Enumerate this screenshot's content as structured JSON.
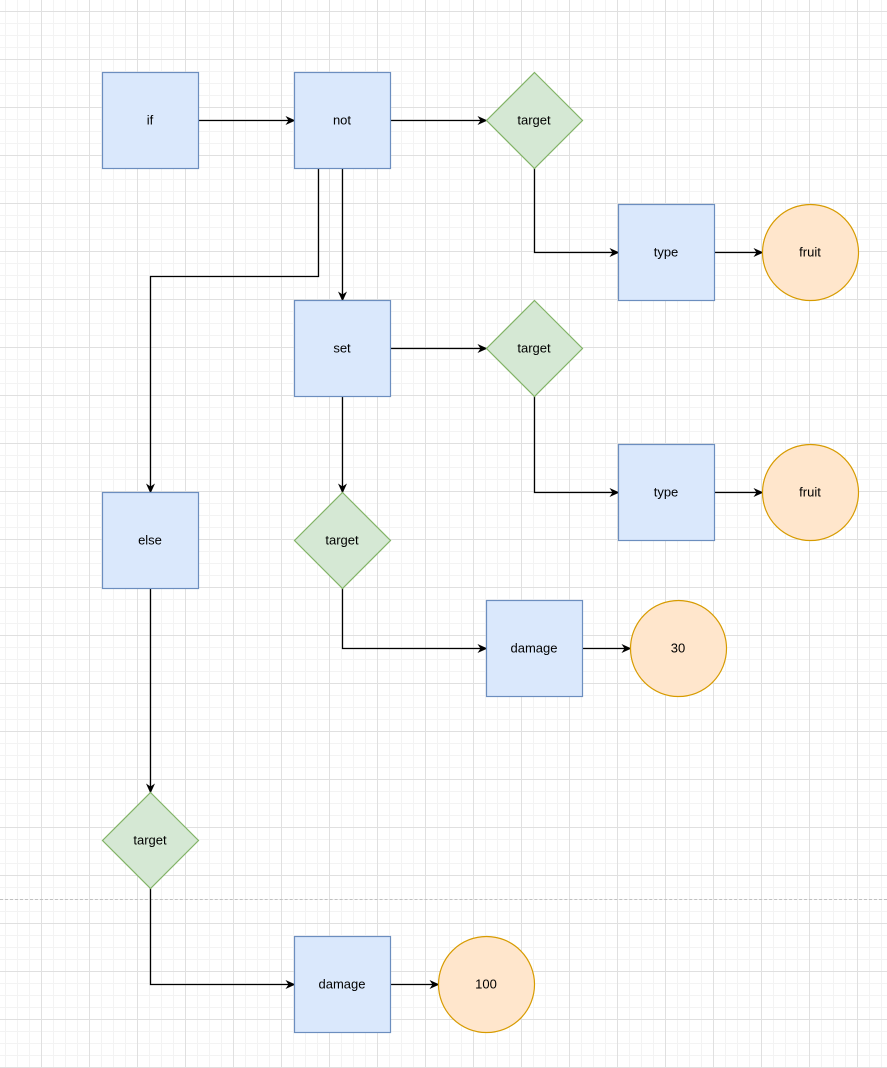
{
  "diagram": {
    "styles": {
      "process": {
        "fill": "#dae8fc",
        "stroke": "#6c8ebf"
      },
      "decision": {
        "fill": "#d5e8d4",
        "stroke": "#82b366"
      },
      "value": {
        "fill": "#ffe6cc",
        "stroke": "#d79b00"
      },
      "edge": {
        "stroke": "#000000"
      }
    },
    "nodes": [
      {
        "id": "if",
        "label": "if",
        "shape": "process"
      },
      {
        "id": "not",
        "label": "not",
        "shape": "process"
      },
      {
        "id": "target1",
        "label": "target",
        "shape": "decision"
      },
      {
        "id": "type1",
        "label": "type",
        "shape": "process"
      },
      {
        "id": "fruit1",
        "label": "fruit",
        "shape": "value"
      },
      {
        "id": "set",
        "label": "set",
        "shape": "process"
      },
      {
        "id": "target2",
        "label": "target",
        "shape": "decision"
      },
      {
        "id": "type2",
        "label": "type",
        "shape": "process"
      },
      {
        "id": "fruit2",
        "label": "fruit",
        "shape": "value"
      },
      {
        "id": "else",
        "label": "else",
        "shape": "process"
      },
      {
        "id": "target3",
        "label": "target",
        "shape": "decision"
      },
      {
        "id": "damage1",
        "label": "damage",
        "shape": "process"
      },
      {
        "id": "val30",
        "label": "30",
        "shape": "value"
      },
      {
        "id": "target4",
        "label": "target",
        "shape": "decision"
      },
      {
        "id": "damage2",
        "label": "damage",
        "shape": "process"
      },
      {
        "id": "val100",
        "label": "100",
        "shape": "value"
      }
    ],
    "edges": [
      {
        "from": "if",
        "to": "not"
      },
      {
        "from": "not",
        "to": "target1"
      },
      {
        "from": "target1",
        "to": "type1"
      },
      {
        "from": "type1",
        "to": "fruit1"
      },
      {
        "from": "not",
        "to": "set"
      },
      {
        "from": "not",
        "to": "else"
      },
      {
        "from": "set",
        "to": "target2"
      },
      {
        "from": "target2",
        "to": "type2"
      },
      {
        "from": "type2",
        "to": "fruit2"
      },
      {
        "from": "set",
        "to": "target3"
      },
      {
        "from": "target3",
        "to": "damage1"
      },
      {
        "from": "damage1",
        "to": "val30"
      },
      {
        "from": "else",
        "to": "target4"
      },
      {
        "from": "target4",
        "to": "damage2"
      },
      {
        "from": "damage2",
        "to": "val100"
      }
    ]
  }
}
